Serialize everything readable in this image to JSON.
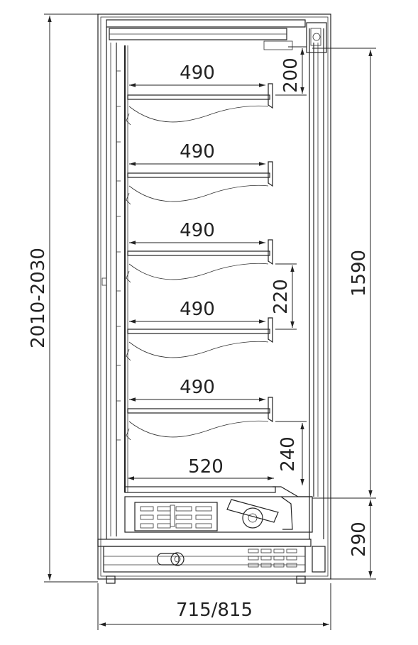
{
  "dimensions": {
    "total_height": "2010-2030",
    "total_width": "715/815",
    "display_height": "1590",
    "base_height": "290",
    "top_clearance": "200",
    "mid_clearance": "220",
    "bottom_clearance": "240",
    "shelf_depths": [
      "490",
      "490",
      "490",
      "490",
      "490"
    ],
    "bottom_deck_depth": "520"
  }
}
